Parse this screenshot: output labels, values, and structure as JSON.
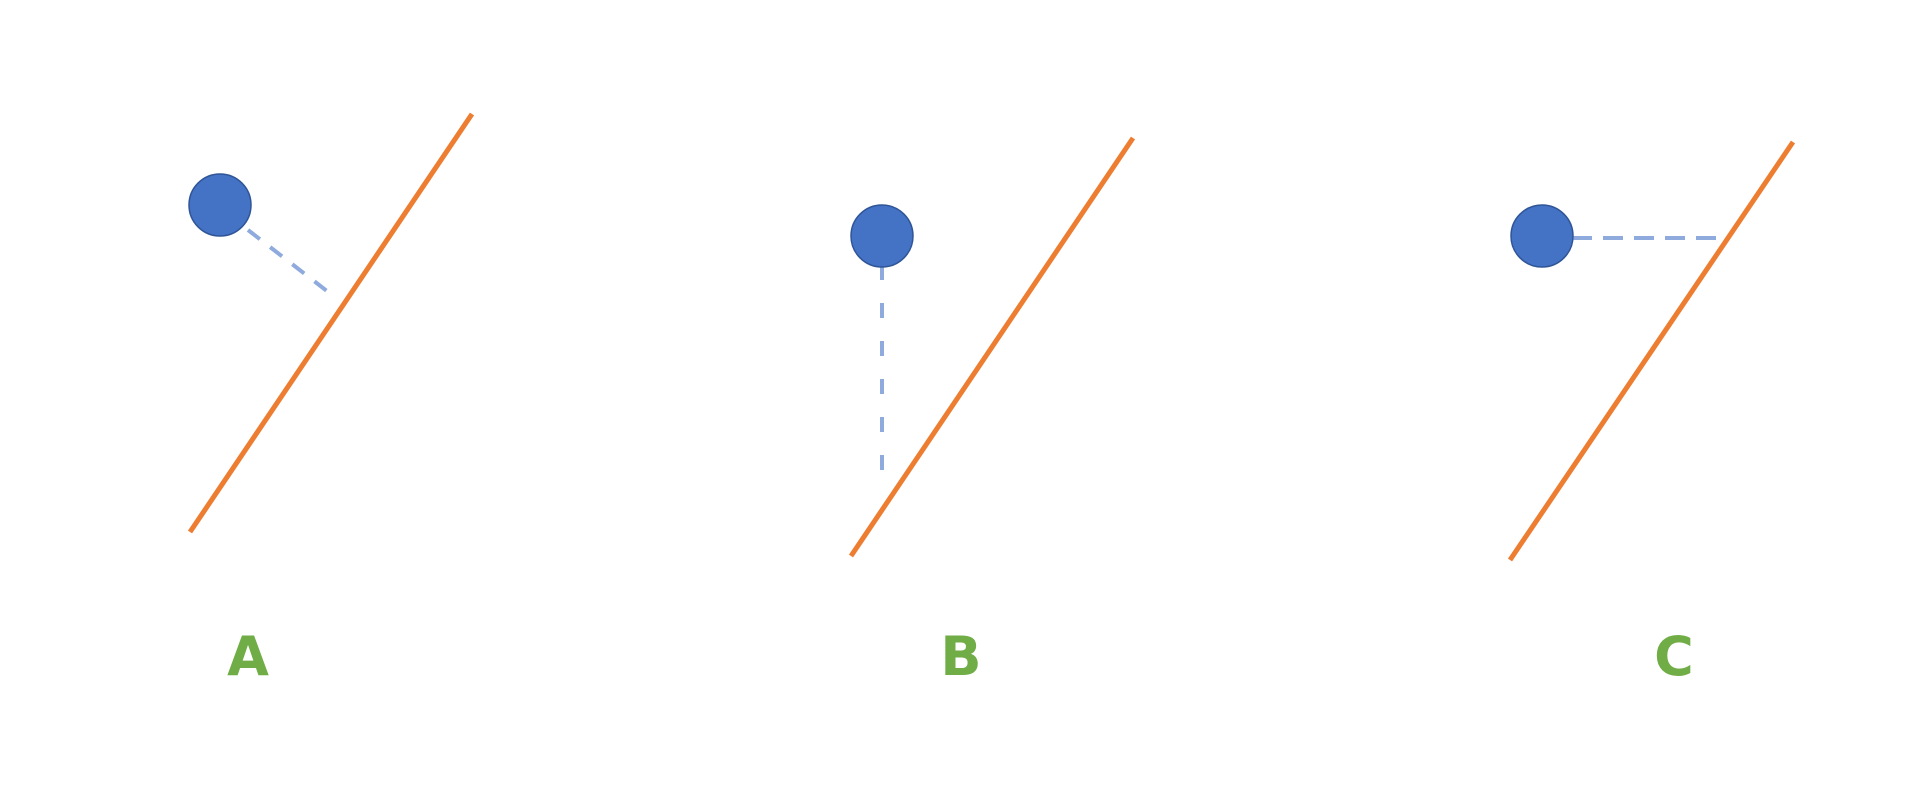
{
  "colors": {
    "line": "#ED7D31",
    "point": "#4472C4",
    "point_outline": "#2F5597",
    "distance": "#8FAADC",
    "label": "#70AD47"
  },
  "panels": [
    {
      "label": "A"
    },
    {
      "label": "B"
    },
    {
      "label": "C"
    }
  ]
}
